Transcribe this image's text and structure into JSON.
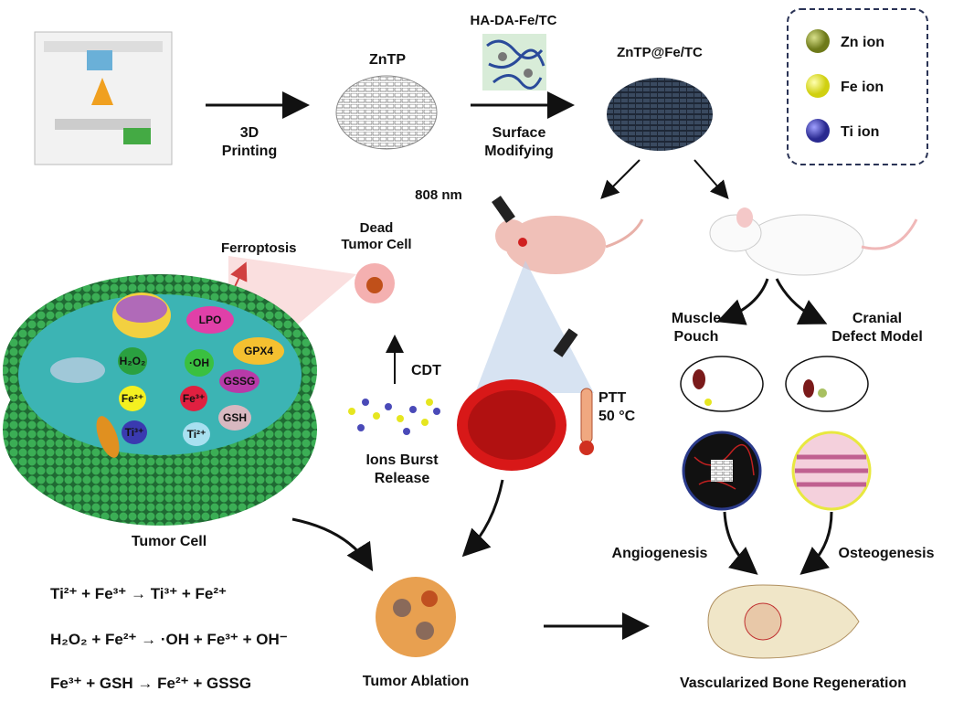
{
  "colors": {
    "zn_ion": "#8a9a2a",
    "fe_ion": "#e6e620",
    "ti_ion": "#4a4ab8",
    "cell_membrane": "#2f9a4a",
    "cytoplasm": "#3cb4b4",
    "scaffold": "#2f3b4f"
  },
  "top_row": {
    "step1_label": [
      "3D",
      "Printing"
    ],
    "scaffold1_label": "ZnTP",
    "modifier_label": "HA-DA-Fe/TC",
    "step2_label": [
      "Surface",
      "Modifying"
    ],
    "scaffold2_label": "ZnTP@Fe/TC"
  },
  "legend": {
    "items": [
      {
        "label": "Zn ion",
        "color": "#8a9a2a"
      },
      {
        "label": "Fe ion",
        "color": "#e6e620"
      },
      {
        "label": "Ti ion",
        "color": "#4a4ab8"
      }
    ]
  },
  "tumor_branch": {
    "laser_label": "808 nm",
    "dead_cell_label": [
      "Dead",
      "Tumor Cell"
    ],
    "ferroptosis_label": "Ferroptosis",
    "cdt_label": "CDT",
    "ions_label": [
      "Ions Burst",
      "Release"
    ],
    "ptt_label": [
      "PTT",
      "50 °C"
    ],
    "tumor_cell_label": "Tumor Cell",
    "ablation_label": "Tumor Ablation",
    "molecules": [
      "LPO",
      "GPX4",
      "H₂O₂",
      "·OH",
      "GSSG",
      "Fe²⁺",
      "Fe³⁺",
      "GSH",
      "Ti³⁺",
      "Ti²⁺"
    ]
  },
  "equations": [
    "Ti²⁺ + Fe³⁺ → Ti³⁺ + Fe²⁺",
    "H₂O₂ + Fe²⁺ → ·OH + Fe³⁺ + OH⁻",
    "Fe³⁺ + GSH → Fe²⁺ + GSSG"
  ],
  "bone_branch": {
    "muscle_label": [
      "Muscle",
      "Pouch"
    ],
    "cranial_label": [
      "Cranial",
      "Defect Model"
    ],
    "angiogenesis_label": "Angiogenesis",
    "osteogenesis_label": "Osteogenesis",
    "regeneration_label": "Vascularized Bone Regeneration"
  }
}
